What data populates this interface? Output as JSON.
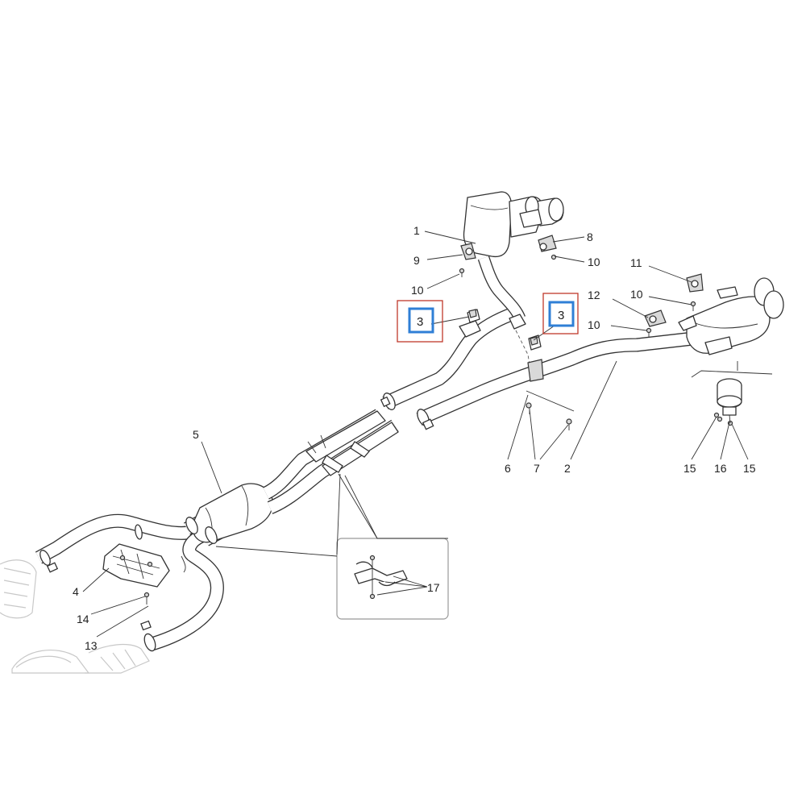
{
  "labels": {
    "p1": "1",
    "p2": "2",
    "p3a": "3",
    "p3b": "3",
    "p4": "4",
    "p5": "5",
    "p6": "6",
    "p7": "7",
    "p8": "8",
    "p9": "9",
    "p10a": "10",
    "p10b": "10",
    "p10c": "10",
    "p10d": "10",
    "p11": "11",
    "p12": "12",
    "p13": "13",
    "p14": "14",
    "p15a": "15",
    "p15b": "15",
    "p16": "16",
    "p17": "17"
  },
  "colors": {
    "highlight_frame": "#c0392b",
    "highlight_box": "#2f7fd6",
    "line": "#333333"
  }
}
